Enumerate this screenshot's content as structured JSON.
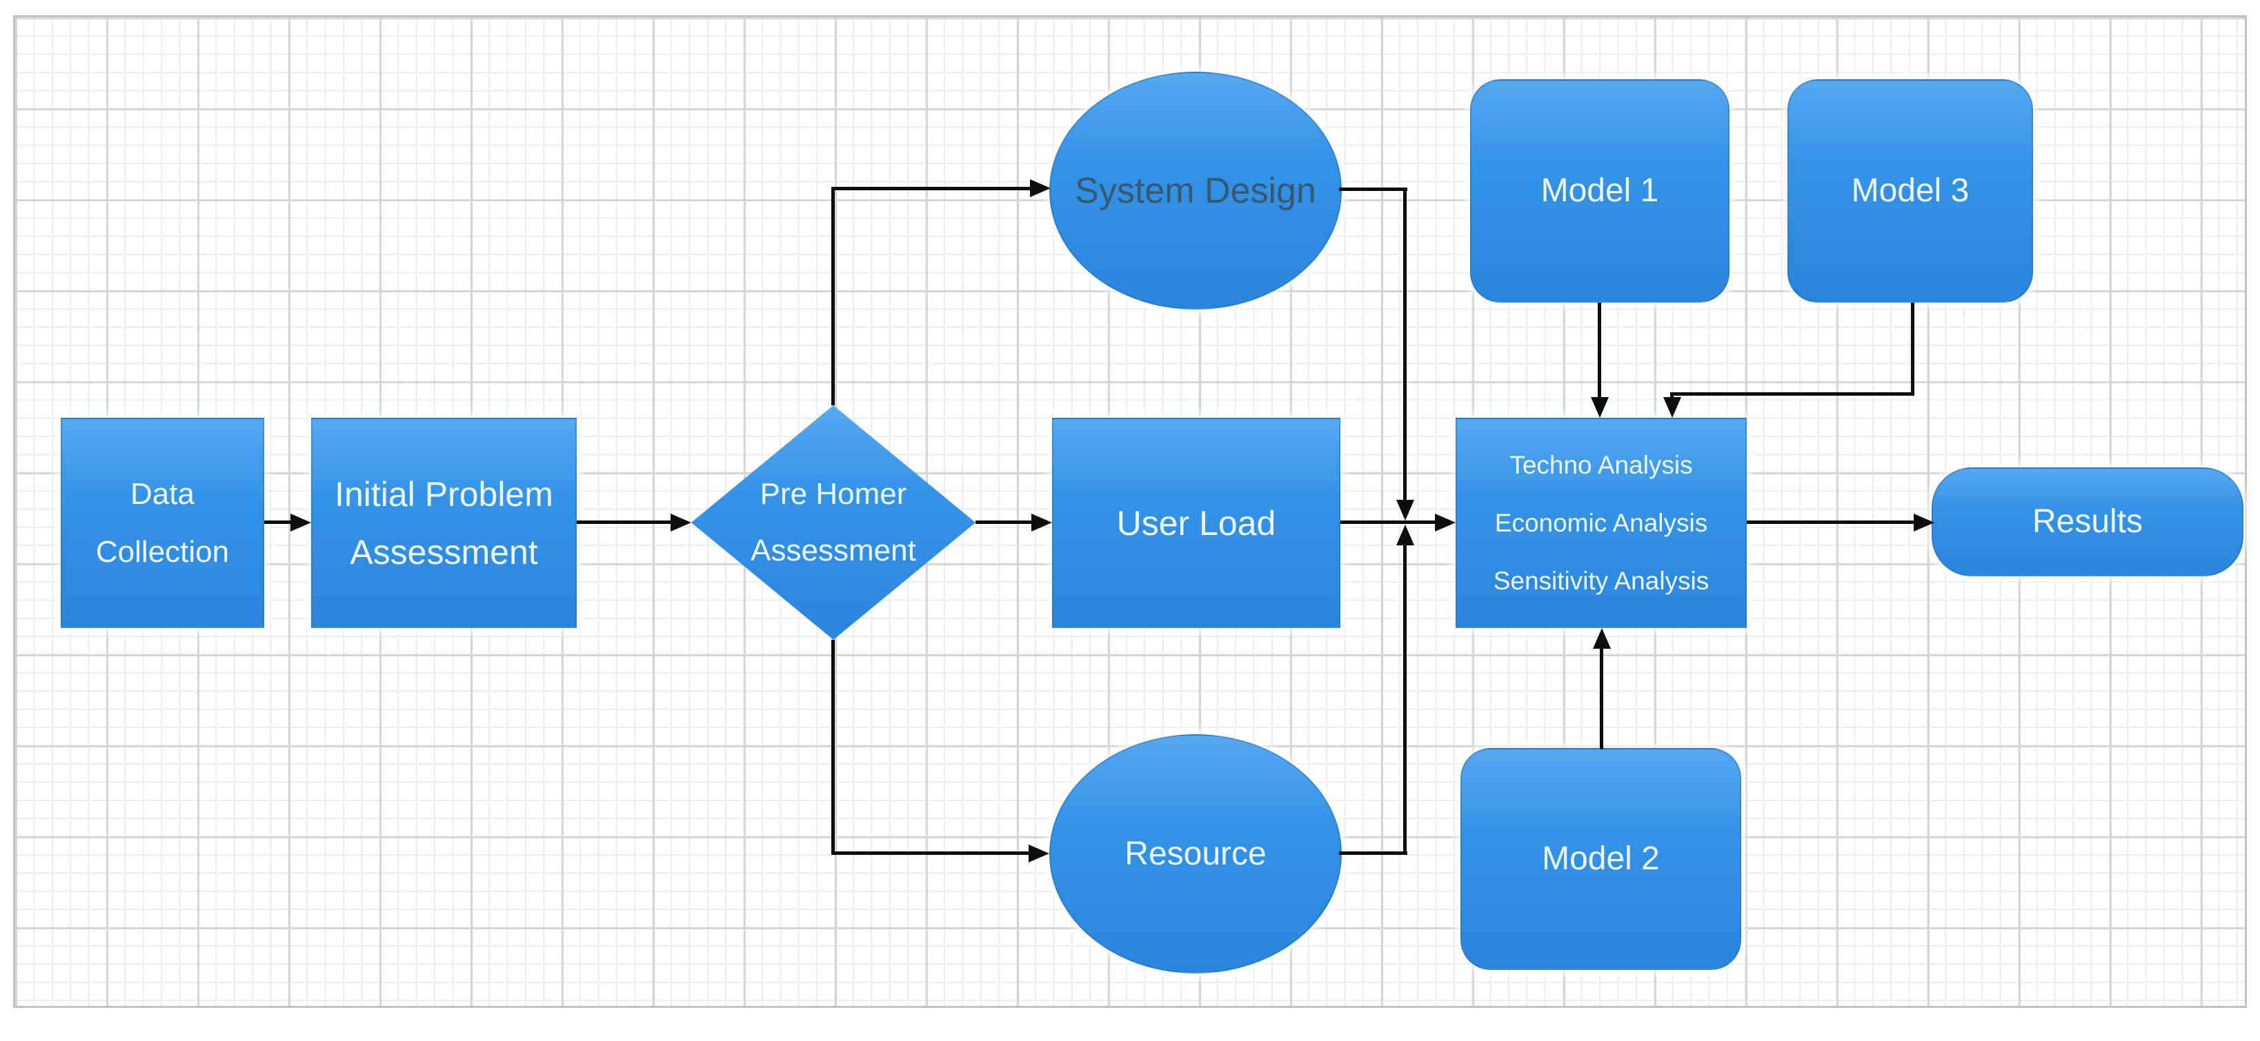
{
  "nodes": {
    "data_collection": {
      "l1": "Data",
      "l2": "Collection"
    },
    "initial_problem": {
      "l1": "Initial Problem",
      "l2": "Assessment"
    },
    "pre_homer": {
      "l1": "Pre Homer",
      "l2": "Assessment"
    },
    "system_design": {
      "l1": "System Design"
    },
    "user_load": {
      "l1": "User Load"
    },
    "resource": {
      "l1": "Resource"
    },
    "analysis": {
      "l1": "Techno Analysis",
      "l2": "Economic Analysis",
      "l3": "Sensitivity Analysis"
    },
    "model_1": {
      "l1": "Model 1"
    },
    "model_2": {
      "l1": "Model 2"
    },
    "model_3": {
      "l1": "Model 3"
    },
    "results": {
      "l1": "Results"
    }
  },
  "colors": {
    "node_fill_top": "#56a9f1",
    "node_fill_mid": "#3493e7",
    "node_fill_bottom": "#2b85dc",
    "connector": "#0d0d0d",
    "text_light": "#eef7ff",
    "text_dark": "#3a586d",
    "grid_minor": "#ededed",
    "grid_major": "#d6d6d6"
  }
}
